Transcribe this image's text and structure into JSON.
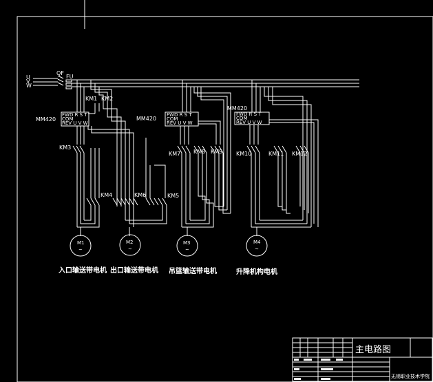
{
  "mains": {
    "phases": [
      "U",
      "V",
      "W"
    ],
    "breaker": "QF",
    "fuse": "FU"
  },
  "inverters": [
    {
      "id": "inv1",
      "model": "MM420",
      "terms_top": "FWD R S T",
      "terms_mid": "COM",
      "terms_bot": "REV U V W"
    },
    {
      "id": "inv2",
      "model": "MM420",
      "terms_top": "FWD R S T",
      "terms_mid": "COM",
      "terms_bot": "REV U V W"
    },
    {
      "id": "inv3",
      "model": "MM420",
      "terms_top": "FWD R S T",
      "terms_mid": "COM",
      "terms_bot": "REV U V W"
    }
  ],
  "contactors": [
    "KM1",
    "KM2",
    "KM3",
    "KM4",
    "KM5",
    "KM6",
    "KM7",
    "KM8",
    "KM9",
    "KM10",
    "KM11",
    "KM12"
  ],
  "motors": [
    {
      "id": "M1",
      "symbol": "~",
      "caption": "入口输送带电机"
    },
    {
      "id": "M2",
      "symbol": "~",
      "caption": "出口输送带电机"
    },
    {
      "id": "M3",
      "symbol": "~",
      "caption": "吊篮输送带电机"
    },
    {
      "id": "M4",
      "symbol": "~",
      "caption": "升降机构电机"
    }
  ],
  "title_block": {
    "title": "主电路图",
    "school": "无锡职业技术学院"
  }
}
